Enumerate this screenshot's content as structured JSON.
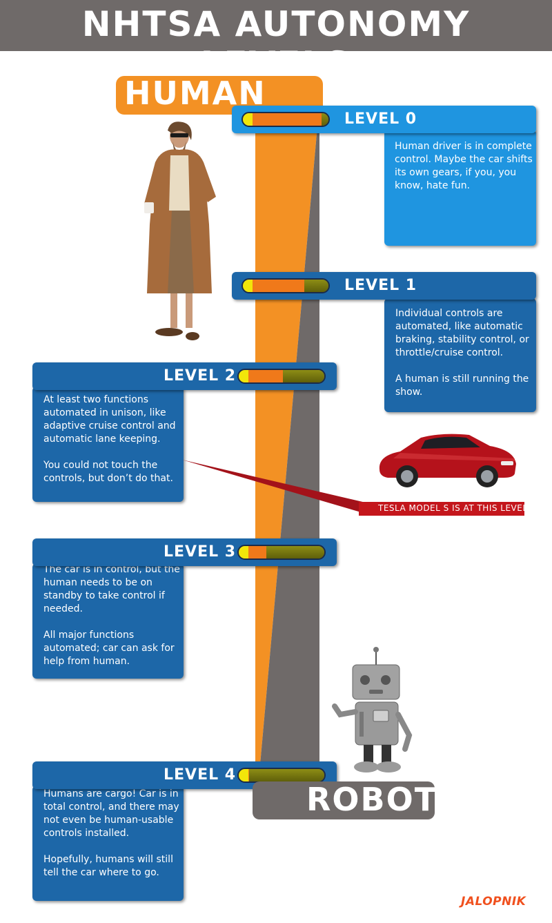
{
  "title": "NHTSA AUTONOMY LEVELS",
  "scale": {
    "top_label": "HUMAN",
    "bottom_label": "ROBOT"
  },
  "levels": [
    {
      "label": "LEVEL 0",
      "automation": 0.2,
      "text": "Human driver is in complete control. Maybe the car shifts its own gears, if you, you know, hate fun."
    },
    {
      "label": "LEVEL 1",
      "automation": 0.4,
      "text": "Individual controls are automated, like automatic braking, stability control, or throttle/cruise control.\n\nA human is still running the show."
    },
    {
      "label": "LEVEL 2",
      "automation": 0.6,
      "text": "At least two functions automated in unison, like adaptive cruise control and automatic lane keeping.\n\nYou could not touch the controls, but don’t do that."
    },
    {
      "label": "LEVEL 3",
      "automation": 0.8,
      "text": "The car is in control, but the human needs to be on standby to take control if needed.\n\nAll major functions automated; car can ask for help from human."
    },
    {
      "label": "LEVEL 4",
      "automation": 1.0,
      "text": "Humans are cargo! Car is in total control, and there may not even be human-usable controls installed.\n\nHopefully, humans will still tell the car where to go."
    }
  ],
  "car_callout": "TESLA MODEL S IS AT THIS LEVEL",
  "brand": "JALOPNIK",
  "colors": {
    "human": "#f39124",
    "robot": "#6f6a69",
    "card_dark": "#1d67a8",
    "card_light": "#1f95e0",
    "callout": "#c4161c",
    "brand": "#f0501e"
  }
}
